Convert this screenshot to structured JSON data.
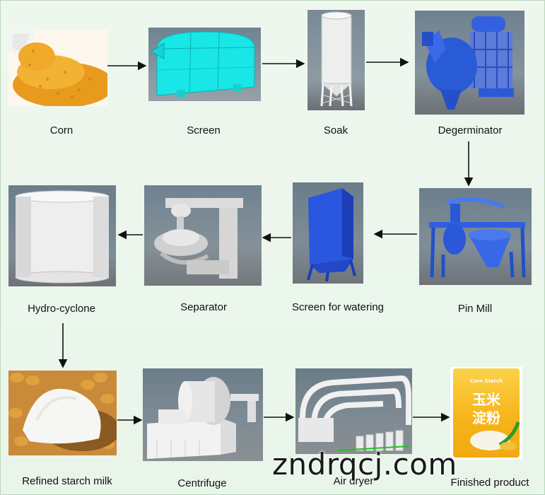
{
  "steps": [
    {
      "label": "Corn"
    },
    {
      "label": "Screen"
    },
    {
      "label": "Soak"
    },
    {
      "label": "Degerminator"
    },
    {
      "label": "Pin Mill"
    },
    {
      "label": "Screen for watering"
    },
    {
      "label": "Separator"
    },
    {
      "label": "Hydro-cyclone"
    },
    {
      "label": "Refined starch milk"
    },
    {
      "label": "Centrifuge"
    },
    {
      "label": "Air dryer"
    },
    {
      "label": "Finished product"
    }
  ],
  "package": {
    "brand_small": "Corn Starch",
    "cn_line1": "玉米",
    "cn_line2": "淀粉"
  },
  "watermark": "zndrqcj.com",
  "colors": {
    "arrow": "#111111",
    "screen_machine": "#19e6e6",
    "blue_machine": "#2a5bd6",
    "bg": "#eaf6ea"
  }
}
